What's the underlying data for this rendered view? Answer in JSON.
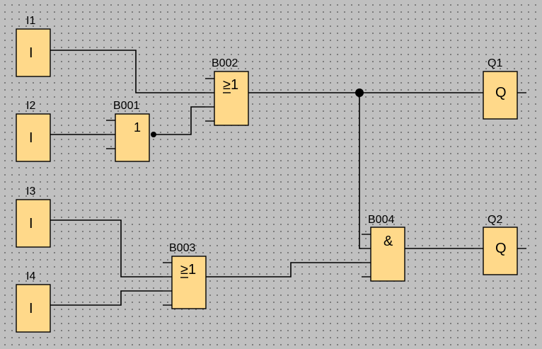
{
  "diagram": {
    "colors": {
      "background": "#c0c0c0",
      "block_fill": "#ffd98a",
      "line": "#000000"
    },
    "inputs": [
      {
        "id": "I1",
        "label": "I1",
        "symbol": "I"
      },
      {
        "id": "I2",
        "label": "I2",
        "symbol": "I"
      },
      {
        "id": "I3",
        "label": "I3",
        "symbol": "I"
      },
      {
        "id": "I4",
        "label": "I4",
        "symbol": "I"
      }
    ],
    "blocks": [
      {
        "id": "B001",
        "label": "B001",
        "symbol": "1",
        "function": "NOT"
      },
      {
        "id": "B002",
        "label": "B002",
        "symbol": "≥1",
        "function": "OR"
      },
      {
        "id": "B003",
        "label": "B003",
        "symbol": "≥1",
        "function": "OR"
      },
      {
        "id": "B004",
        "label": "B004",
        "symbol": "&",
        "function": "AND"
      }
    ],
    "outputs": [
      {
        "id": "Q1",
        "label": "Q1",
        "symbol": "Q"
      },
      {
        "id": "Q2",
        "label": "Q2",
        "symbol": "Q"
      }
    ],
    "connections": [
      {
        "from": "I1",
        "to": "B002"
      },
      {
        "from": "I2",
        "to": "B001"
      },
      {
        "from": "B001",
        "to": "B002"
      },
      {
        "from": "B002",
        "to": "Q1"
      },
      {
        "from": "B002",
        "to": "B004"
      },
      {
        "from": "I3",
        "to": "B003"
      },
      {
        "from": "I4",
        "to": "B003"
      },
      {
        "from": "B003",
        "to": "B004"
      },
      {
        "from": "B004",
        "to": "Q2"
      }
    ]
  }
}
